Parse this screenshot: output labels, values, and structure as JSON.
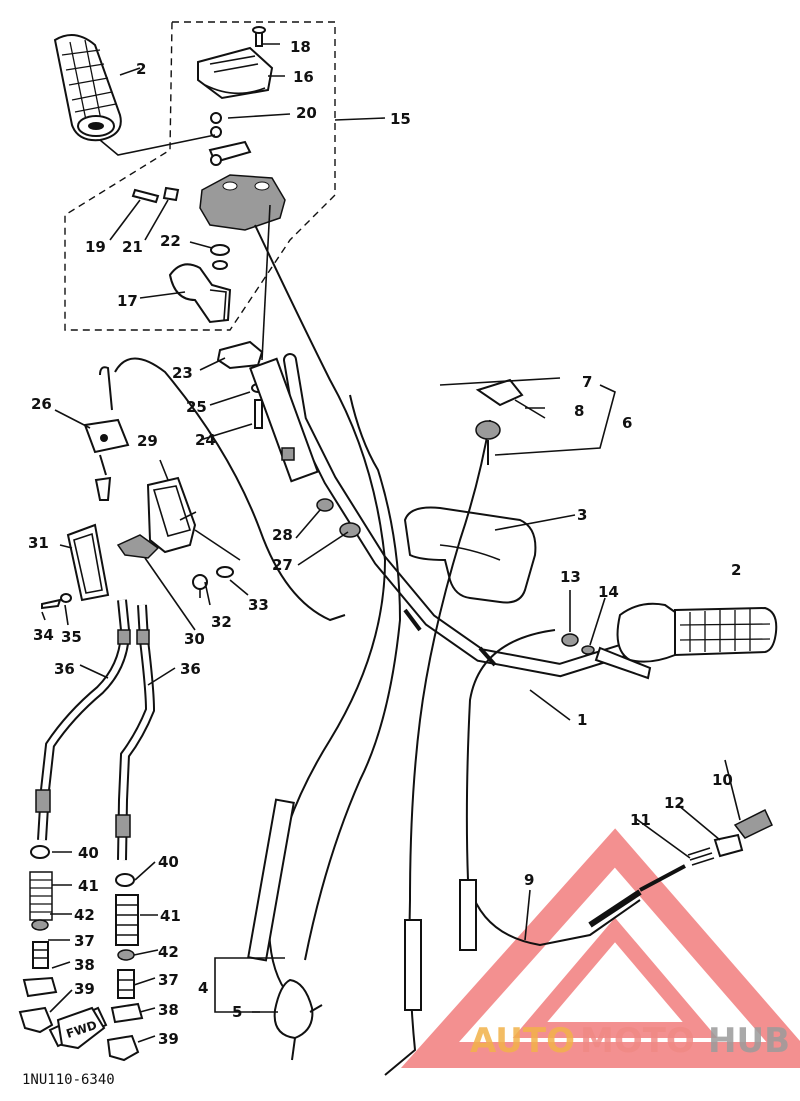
{
  "diagram": {
    "code": "1NU110-6340",
    "fwd_label": "FWD",
    "labels": [
      "1",
      "2",
      "2",
      "3",
      "4",
      "5",
      "6",
      "7",
      "8",
      "9",
      "10",
      "11",
      "12",
      "13",
      "14",
      "15",
      "16",
      "17",
      "18",
      "19",
      "20",
      "21",
      "22",
      "23",
      "24",
      "25",
      "26",
      "27",
      "28",
      "29",
      "30",
      "31",
      "32",
      "33",
      "34",
      "35",
      "36",
      "36",
      "37",
      "37",
      "38",
      "38",
      "39",
      "39",
      "40",
      "40",
      "41",
      "41",
      "42",
      "42"
    ]
  },
  "watermark": {
    "part1": "AUTO",
    "part2": "MOTO",
    "part3": "HUB",
    "colors": {
      "auto": "#f2b24a",
      "moto": "#f08a85",
      "hub": "#9b9b9b",
      "triangle": "#ef6b6b"
    }
  }
}
